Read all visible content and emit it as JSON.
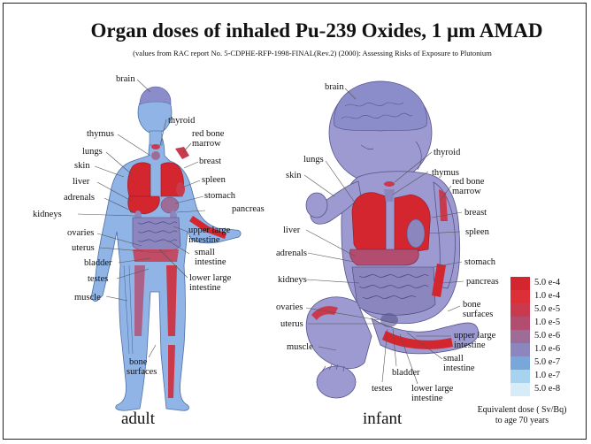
{
  "title": "Organ doses of inhaled Pu-239 Oxides, 1 µm AMAD",
  "subtitle": "(values from RAC report No. 5-CDPHE-RFP-1998-FINAL(Rev.2) (2000): Assessing Risks of Exposure to Plutonium",
  "adult": {
    "caption": "adult",
    "labels": {
      "brain": "brain",
      "thyroid": "thyroid",
      "thymus": "thymus",
      "red_bone_marrow_1": "red bone",
      "red_bone_marrow_2": "marrow",
      "lungs": "lungs",
      "breast": "breast",
      "skin": "skin",
      "spleen": "spleen",
      "liver": "liver",
      "stomach": "stomach",
      "adrenals": "adrenals",
      "pancreas": "pancreas",
      "kidneys": "kidneys",
      "upper_large_intestine_1": "upper large",
      "upper_large_intestine_2": "intestine",
      "ovaries": "ovaries",
      "uterus": "uterus",
      "small_intestine_1": "small",
      "small_intestine_2": "intestine",
      "bladder": "bladder",
      "testes": "testes",
      "lower_large_intestine_1": "lower large",
      "lower_large_intestine_2": "intestine",
      "muscle": "muscle",
      "bone_surfaces_1": "bone",
      "bone_surfaces_2": "surfaces"
    }
  },
  "infant": {
    "caption": "infant",
    "labels": {
      "brain": "brain",
      "thyroid": "thyroid",
      "lungs": "lungs",
      "thymus": "thymus",
      "skin": "skin",
      "red_bone_marrow_1": "red bone",
      "red_bone_marrow_2": "marrow",
      "breast": "breast",
      "liver": "liver",
      "spleen": "spleen",
      "adrenals": "adrenals",
      "stomach": "stomach",
      "kidneys": "kidneys",
      "pancreas": "pancreas",
      "bone_surfaces_1": "bone",
      "bone_surfaces_2": "surfaces",
      "ovaries": "ovaries",
      "uterus": "uterus",
      "upper_large_intestine_1": "upper large",
      "upper_large_intestine_2": "intestine",
      "muscle": "muscle",
      "small_intestine_1": "small",
      "small_intestine_2": "intestine",
      "bladder": "bladder",
      "testes": "testes",
      "lower_large_intestine_1": "lower large",
      "lower_large_intestine_2": "intestine"
    }
  },
  "legend": {
    "items": [
      {
        "value": "5.0 e-4",
        "color": "#d4262f"
      },
      {
        "value": "1.0 e-4",
        "color": "#dc2f37"
      },
      {
        "value": "5.0 e-5",
        "color": "#c93a4e"
      },
      {
        "value": "1.0 e-5",
        "color": "#b34d70"
      },
      {
        "value": "5.0 e-6",
        "color": "#9d6d98"
      },
      {
        "value": "1.0 e-6",
        "color": "#8c86be"
      },
      {
        "value": "5.0 e-7",
        "color": "#7aa7d9"
      },
      {
        "value": "1.0 e-7",
        "color": "#a7d3ef"
      },
      {
        "value": "5.0 e-8",
        "color": "#d8ecf8"
      }
    ],
    "note_line1": "Equivalent dose  ( Sv/Bq)",
    "note_line2": "to age 70 years"
  },
  "colors": {
    "high": "#d4262f",
    "mid": "#b34d70",
    "low": "#8c86be",
    "skin_adult": "#90b4e6",
    "skin_infant": "#9c9ad0",
    "brain": "#8b8cca"
  }
}
